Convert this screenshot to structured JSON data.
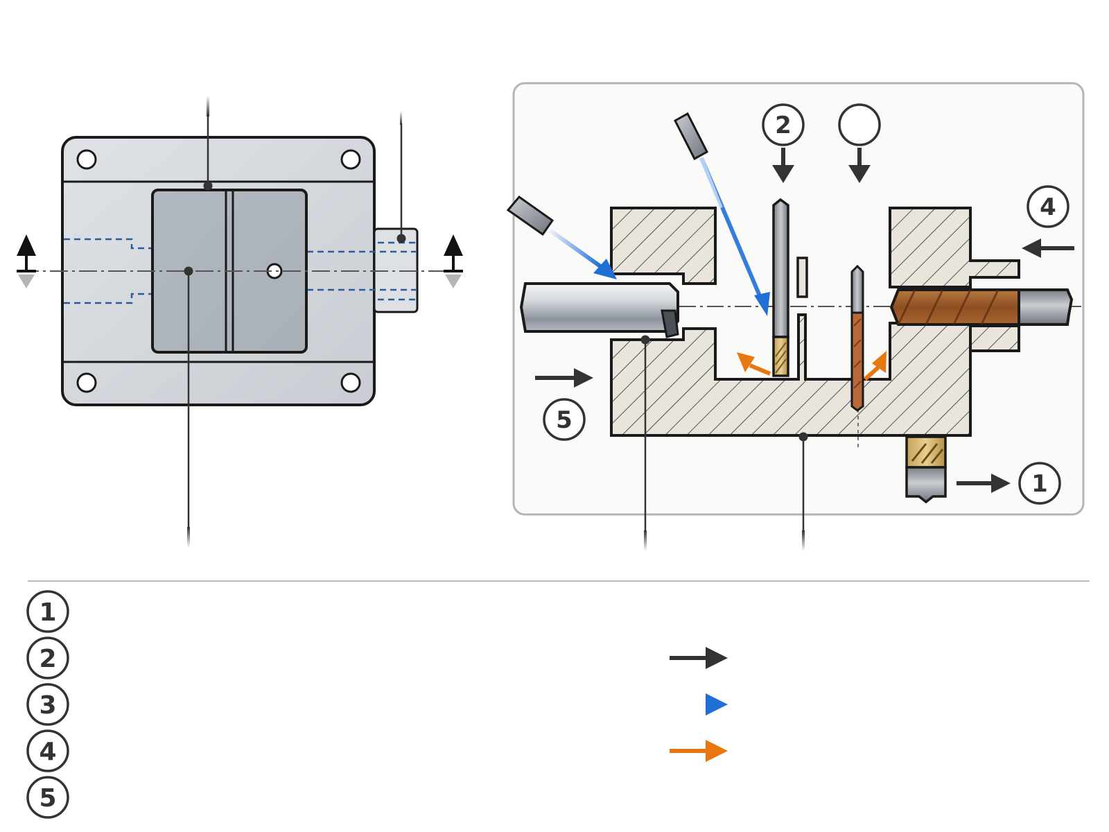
{
  "callouts": {
    "c1": "1",
    "c2": "2",
    "c3": "",
    "c4": "4",
    "c5": "5"
  },
  "legend": {
    "items": [
      {
        "number": "1",
        "text": ""
      },
      {
        "number": "2",
        "text": ""
      },
      {
        "number": "3",
        "text": ""
      },
      {
        "number": "4",
        "text": ""
      },
      {
        "number": "5",
        "text": ""
      }
    ],
    "arrows": [
      {
        "color": "#333333",
        "text": ""
      },
      {
        "color": "#1f6fd6",
        "text": ""
      },
      {
        "color": "#e8770f",
        "text": ""
      }
    ]
  },
  "colors": {
    "outline": "#1a1a1a",
    "dark_arrow": "#333333",
    "coolant_blue": "#1f6fd6",
    "chip_orange": "#e8770f",
    "section_hatch_fill": "#e9e5dd",
    "plate_fill": "#d3d6db",
    "hidden_line_blue": "#2c5d93"
  }
}
